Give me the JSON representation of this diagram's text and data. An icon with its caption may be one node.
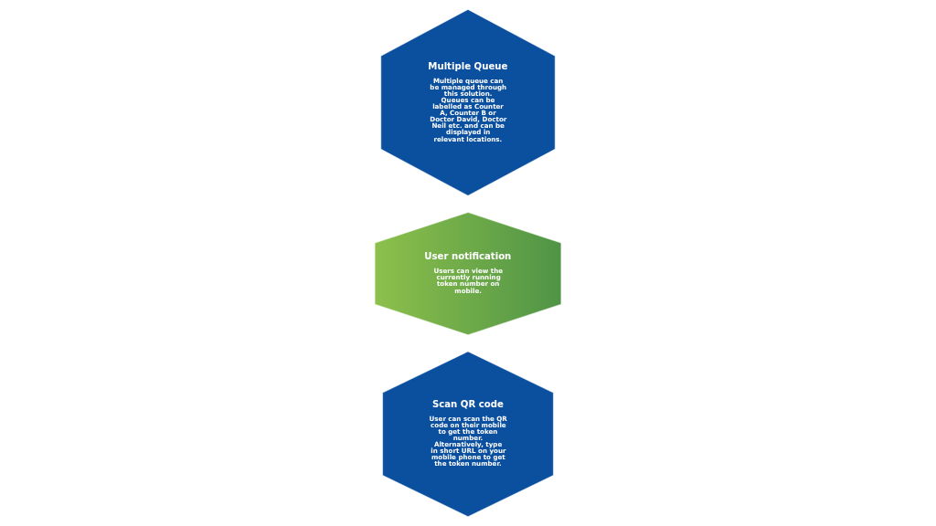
{
  "diagram": {
    "nodes": [
      {
        "text": [
          "Scan QR code",
          "User can scan the QR code on their mobile to get the token number. Alternatively, type in short URL on your mobile phone to get the token number."
        ]
      },
      {
        "text": [
          "User notification",
          "Users can view the currently running token number on mobile."
        ]
      },
      {
        "text": [
          "Multiple Queue",
          "Multiple queue can be managed through this solution. Queues can be labelled as Counter A, Counter B or Doctor David, Doctor Neil etc. and can be displayed in relevant locations."
        ]
      }
    ]
  }
}
